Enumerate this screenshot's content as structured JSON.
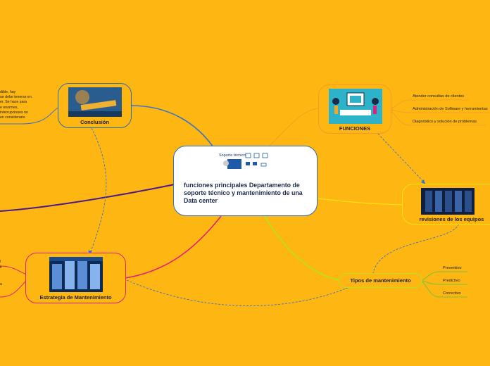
{
  "central": {
    "title": "funciones principales Departamento de soporte técnico y mantenimiento de una Data center",
    "logo_text": "Soporte técnico"
  },
  "nodes": {
    "conclusion": {
      "label": "Conclusión"
    },
    "funciones": {
      "label": "FUNCIONES"
    },
    "revisiones": {
      "label": "revisiones de los equipos"
    },
    "tipos": {
      "label": "Tipos de mantenimiento"
    },
    "estrategia": {
      "label": "Estrategia de Mantenimiento"
    }
  },
  "funciones_leaves": [
    "Atender consultas de clientes",
    "Administración de Software y herramientas",
    "Diagnóstico y solución de problemas"
  ],
  "tipos_leaves": [
    "Preventivo",
    "Predictivo",
    "Correctivo"
  ],
  "conclusion_text": "dible, hay\nue debe tenerse en\ner. Se hace para\ne enormes,\ninterrupciones no\nen considerario",
  "estrategia_text": "l\nir\n\n\na",
  "colors": {
    "background": "#FDB612",
    "node_border_blue": "#2e6fb5",
    "link_blue": "#3b73c8",
    "link_purple": "#4a1a8c",
    "link_magenta": "#e0207a",
    "link_orange": "#f39a2a",
    "link_yellow": "#f6e40e",
    "link_green": "#b8e21c",
    "leaf_green": "#7ac142"
  }
}
